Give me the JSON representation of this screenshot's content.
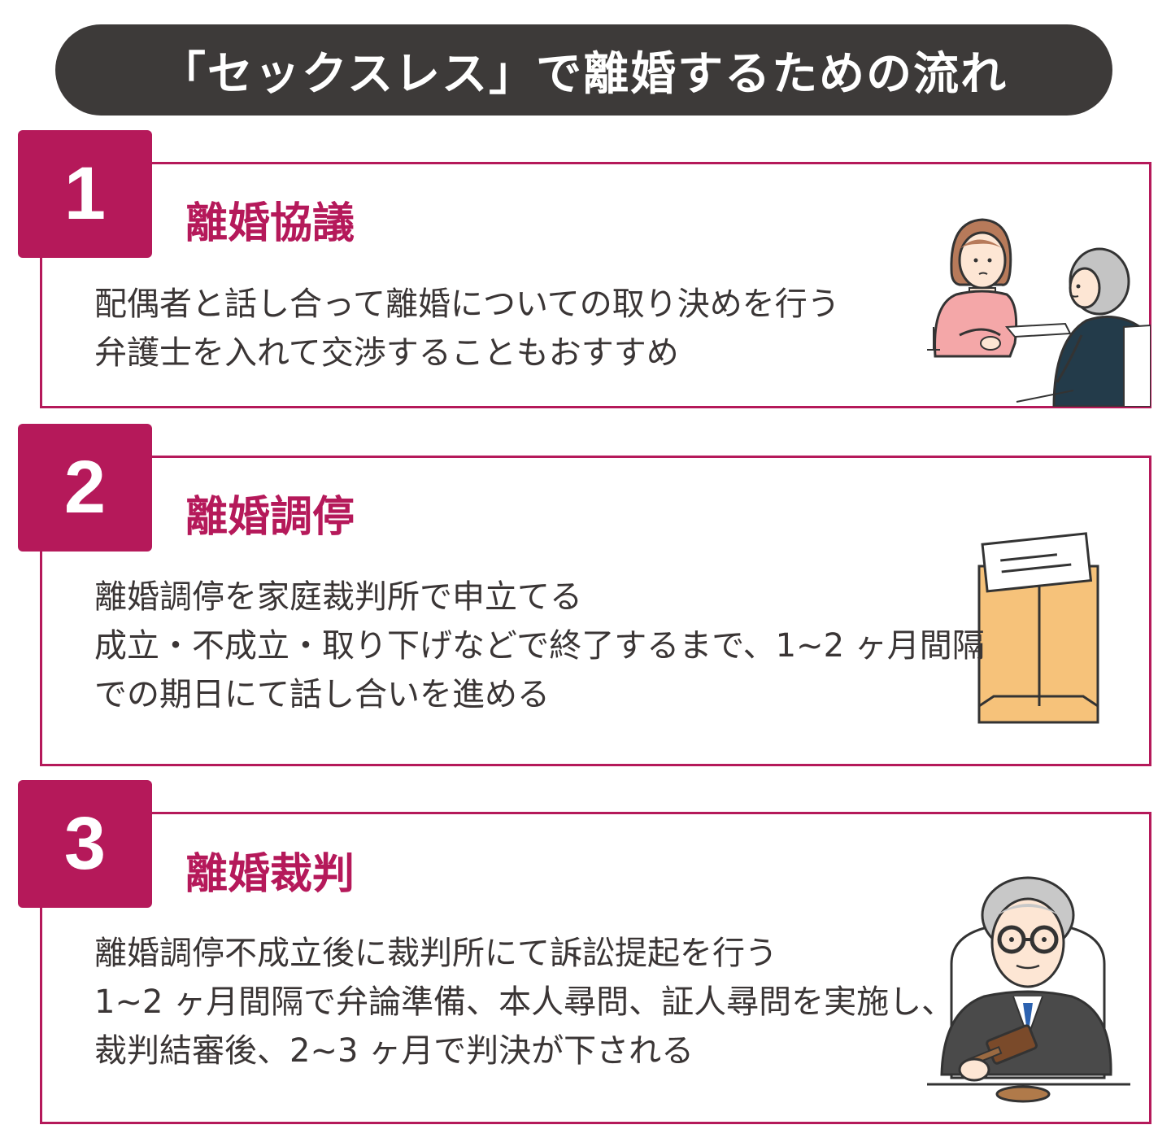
{
  "title": "「セックスレス」で離婚するための流れ",
  "steps": [
    {
      "number": "1",
      "heading": "離婚協議",
      "lines": [
        "配偶者と話し合って離婚についての取り決めを行う",
        "弁護士を入れて交渉することもおすすめ"
      ],
      "illustration": "couple-discussion-illustration"
    },
    {
      "number": "2",
      "heading": "離婚調停",
      "lines": [
        "離婚調停を家庭裁判所で申立てる",
        "成立・不成立・取り下げなどで終了するまで、1~2 ヶ月間隔",
        "での期日にて話し合いを進める"
      ],
      "illustration": "envelope-document-illustration"
    },
    {
      "number": "3",
      "heading": "離婚裁判",
      "lines": [
        "離婚調停不成立後に裁判所にて訴訟提起を行う",
        "1~2 ヶ月間隔で弁論準備、本人尋問、証人尋問を実施し、",
        "裁判結審後、2~3 ヶ月で判決が下される"
      ],
      "illustration": "judge-gavel-illustration"
    }
  ],
  "colors": {
    "accent": "#b5195a",
    "title_bg": "#3d3a39",
    "text": "#3a3535"
  }
}
